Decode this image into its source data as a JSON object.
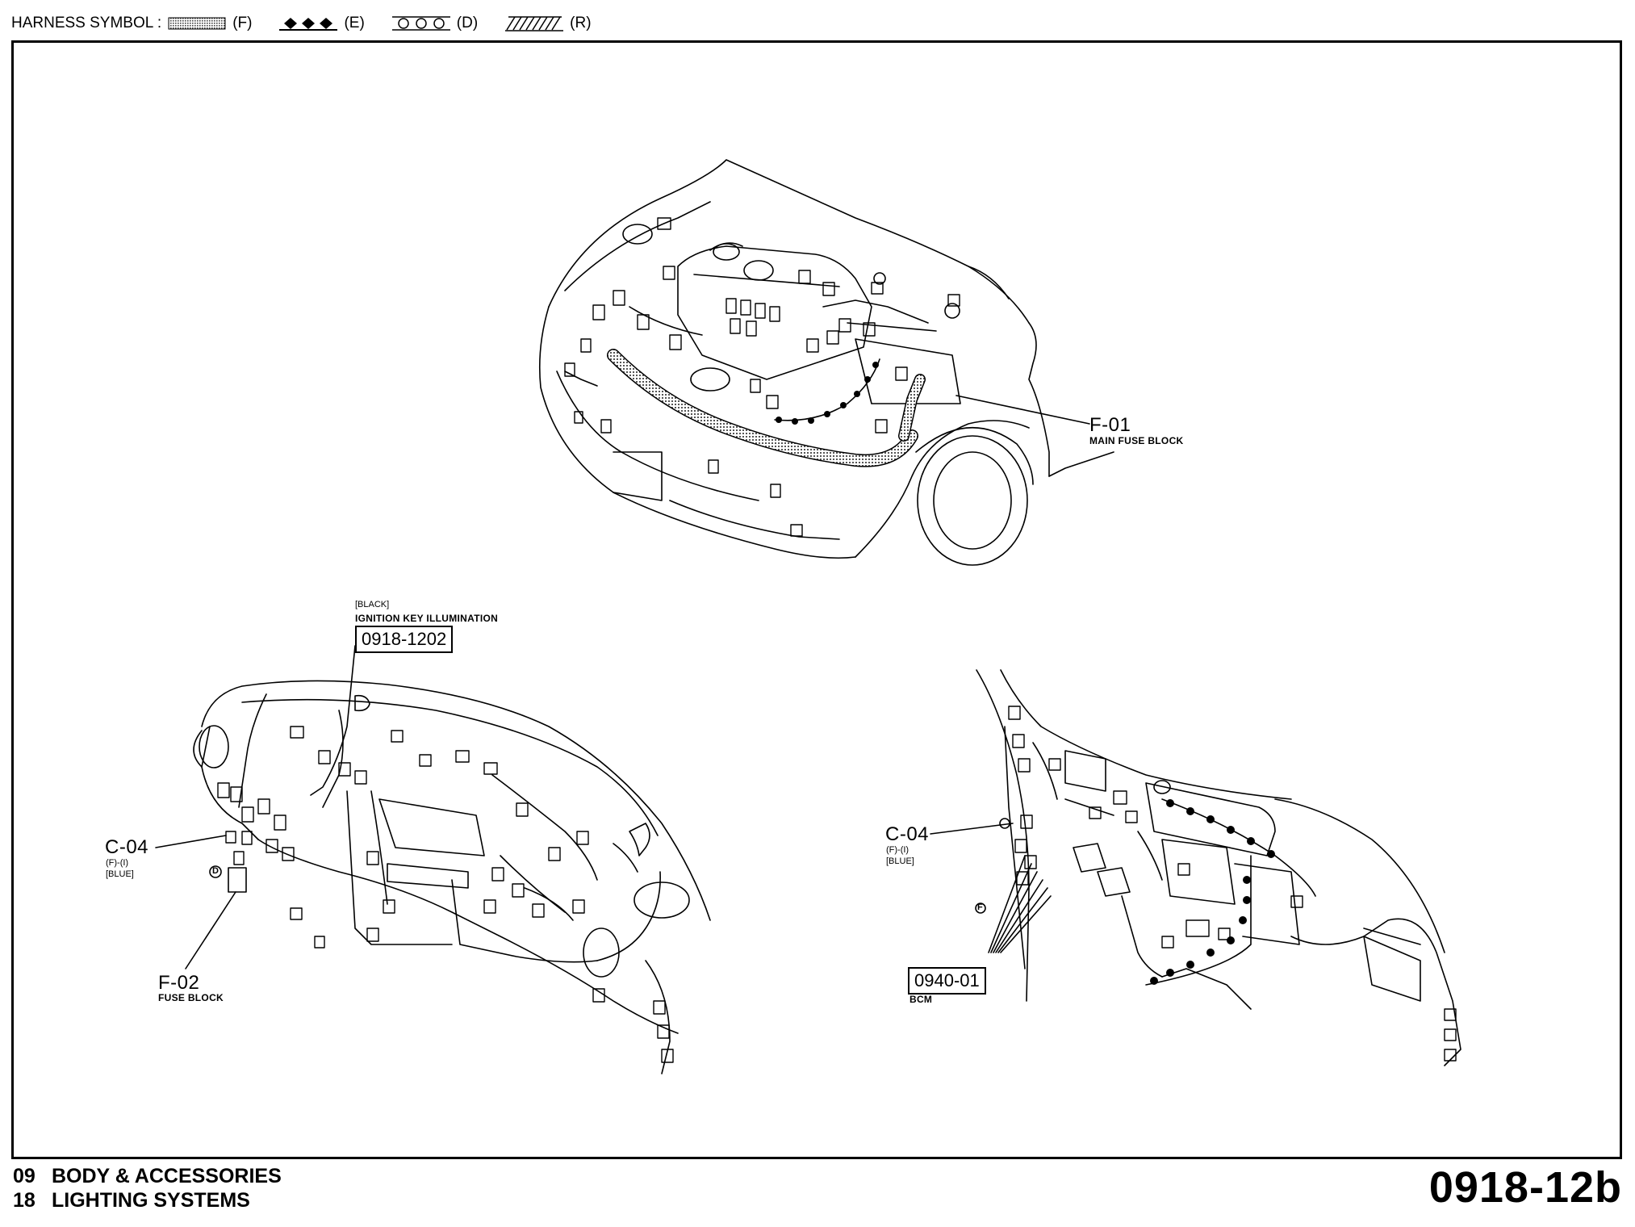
{
  "legend": {
    "title": "HARNESS SYMBOL :",
    "items": [
      {
        "code": "(F)",
        "pattern": "dotted-hatch"
      },
      {
        "code": "(E)",
        "pattern": "diamonds"
      },
      {
        "code": "(D)",
        "pattern": "circles"
      },
      {
        "code": "(R)",
        "pattern": "diagonal-hatch"
      }
    ]
  },
  "labels": {
    "f01_code": "F-01",
    "f01_desc": "MAIN FUSE BLOCK",
    "black_tag": "[BLACK]",
    "ignition_desc": "IGNITION KEY ILLUMINATION",
    "ignition_code": "0918-1202",
    "c04_left_code": "C-04",
    "c04_left_sub": "(F)-(I)",
    "c04_left_color": "[BLUE]",
    "f02_code": "F-02",
    "f02_desc": "FUSE BLOCK",
    "c04_right_code": "C-04",
    "c04_right_sub": "(F)-(I)",
    "c04_right_color": "[BLUE]",
    "bcm_code": "0940-01",
    "bcm_desc": "BCM",
    "marker_d": "D",
    "marker_f": "F"
  },
  "footer": {
    "line1_num": "09",
    "line1_text": "BODY & ACCESSORIES",
    "line2_num": "18",
    "line2_text": "LIGHTING SYSTEMS",
    "page_code": "0918-12b"
  }
}
